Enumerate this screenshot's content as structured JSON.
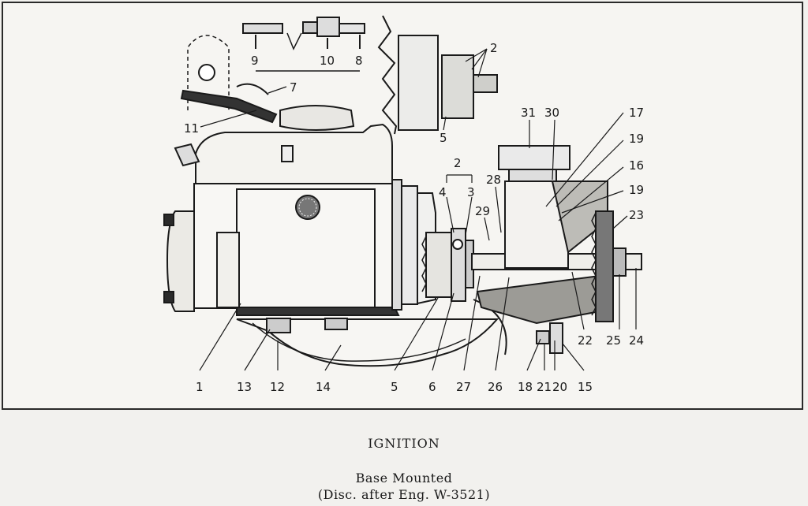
{
  "caption": {
    "title": "IGNITION",
    "subtitle_line1": "Base Mounted",
    "subtitle_line2": "(Disc. after Eng. W-3521)"
  },
  "callouts": {
    "c1": "1",
    "c2a": "2",
    "c2b": "2",
    "c3": "3",
    "c4": "4",
    "c5a": "5",
    "c5b": "5",
    "c6": "6",
    "c7": "7",
    "c8": "8",
    "c9": "9",
    "c10": "10",
    "c11": "11",
    "c12": "12",
    "c13": "13",
    "c14": "14",
    "c15": "15",
    "c16": "16",
    "c17": "17",
    "c18": "18",
    "c19a": "19",
    "c19b": "19",
    "c20": "20",
    "c21": "21",
    "c22": "22",
    "c23": "23",
    "c24": "24",
    "c25": "25",
    "c26": "26",
    "c27": "27",
    "c28": "28",
    "c29": "29",
    "c30": "30",
    "c31": "31"
  }
}
